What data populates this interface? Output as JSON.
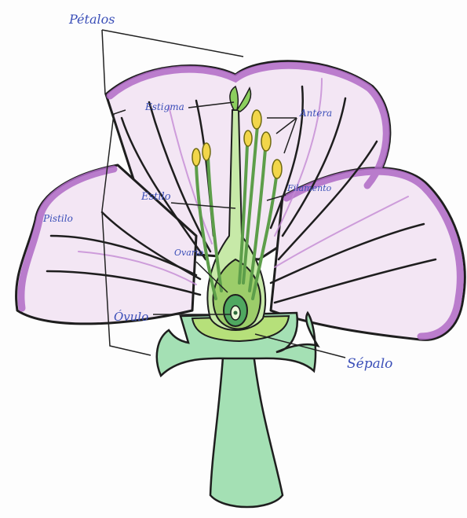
{
  "labels": {
    "petalos": "Pétalos",
    "estigma": "Estigma",
    "antera": "Antera",
    "estilo": "Estilo",
    "filamento": "Filamento",
    "pistilo": "Pistilo",
    "ovario": "Ovario",
    "ovulo": "Óvulo",
    "sepalo": "Sépalo"
  },
  "colors": {
    "petal_fill": "#f3e6f4",
    "petal_edge": "#b06ac6",
    "outline": "#1e1e1e",
    "pistil": "#a9d88a",
    "stem": "#a4e0b4",
    "anther": "#f2d64a",
    "label": "#3b4fb8"
  }
}
